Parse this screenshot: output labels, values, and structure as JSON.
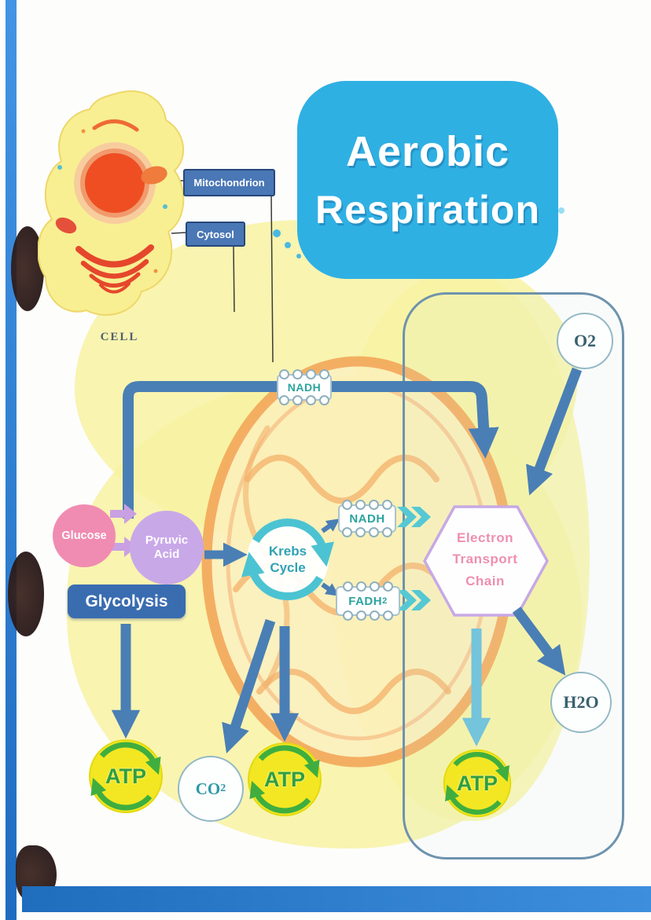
{
  "title": {
    "line1": "Aerobic",
    "line2": "Respiration"
  },
  "cell": {
    "caption": "CELL",
    "mitochondrion_label": "Mitochondrion",
    "cytosol_label": "Cytosol"
  },
  "glycolysis": {
    "glucose": "Glucose",
    "pyruvic_line1": "Pyruvic",
    "pyruvic_line2": "Acid",
    "banner": "Glycolysis"
  },
  "krebs": {
    "line1": "Krebs",
    "line2": "Cycle"
  },
  "carriers": {
    "nadh_top": "NADH",
    "nadh": "NADH",
    "fadh_base": "FADH",
    "fadh_sub": "2"
  },
  "etc": {
    "line1": "Electron",
    "line2": "Transport",
    "line3": "Chain"
  },
  "molecules": {
    "o2": "O2",
    "h2o": "H2O",
    "co2_base": "CO",
    "co2_sub": "2"
  },
  "atp_label": "ATP",
  "colors": {
    "title_bg": "#2fb0e3",
    "label_bg": "#4a77b5",
    "banner_bg": "#3a6cb0",
    "glucose_pink": "#f08cb1",
    "pyruvic_purple": "#c9a8e8",
    "krebs_teal": "#4cc3d2",
    "carrier_teal": "#2ba39f",
    "etc_text_pink": "#ee8fb0",
    "etc_border_purple": "#c7a9e4",
    "atp_yellow": "#f2e722",
    "atp_green": "#2f9e3f",
    "arrow_blue": "#4a7fb5",
    "arrow_light": "#74c4dc",
    "frame_blue": "#2b7fd4",
    "background_yellow": "#f8f2a2",
    "citrus_orange": "#f2a254"
  }
}
